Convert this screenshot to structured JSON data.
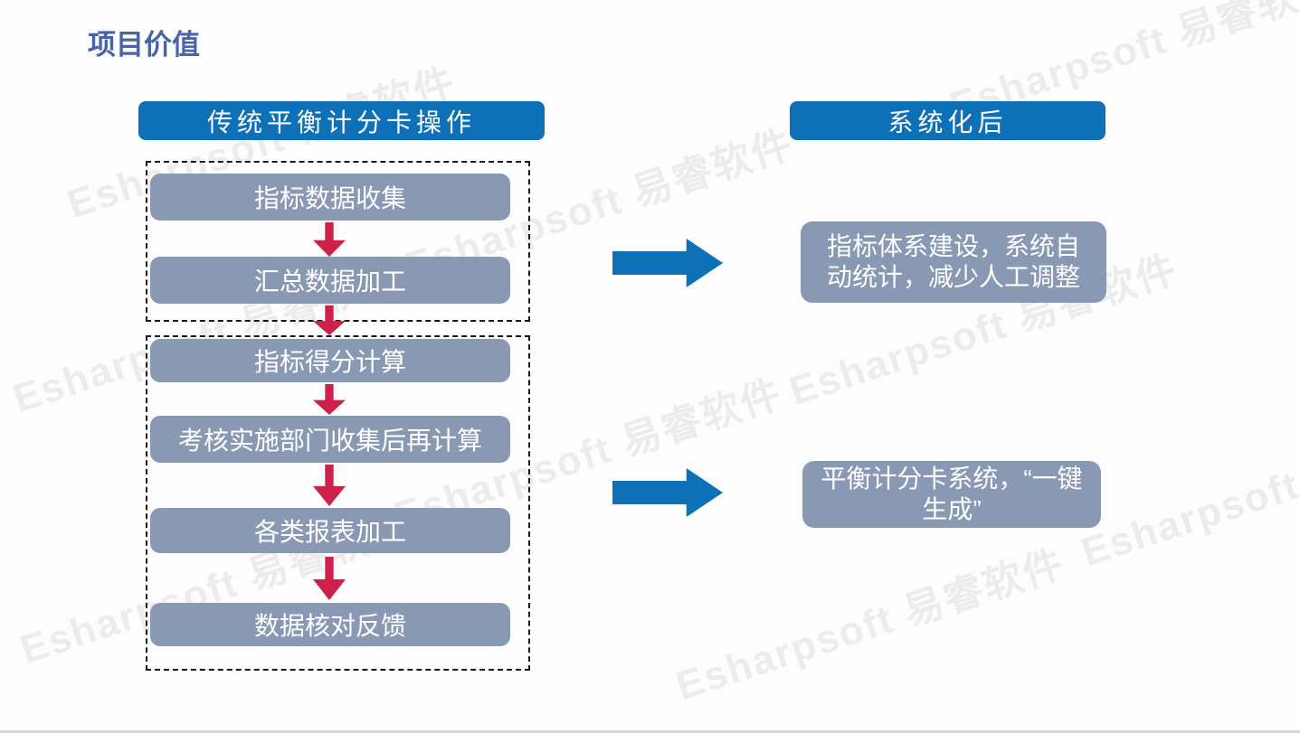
{
  "slide": {
    "title": "项目价值",
    "watermark_text": "Esharpsoft 易睿软件",
    "colors": {
      "accent_blue": "#0E71B8",
      "box_gray": "#8A99B3",
      "arrow_red": "#CE2048",
      "title_blue": "#4A64A8",
      "dashed_border": "#161616",
      "bottom_line": "#D7D7D7"
    }
  },
  "headers": {
    "left": "传统平衡计分卡操作",
    "right": "系统化后"
  },
  "flow": {
    "group1": {
      "steps": [
        "指标数据收集",
        "汇总数据加工"
      ]
    },
    "group2": {
      "steps": [
        "指标得分计算",
        "考核实施部门收集后再计算",
        "各类报表加工",
        "数据核对反馈"
      ]
    }
  },
  "results": {
    "box1": "指标体系建设，系统自动统计，减少人工调整",
    "box2": "平衡计分卡系统，“一键生成”"
  }
}
